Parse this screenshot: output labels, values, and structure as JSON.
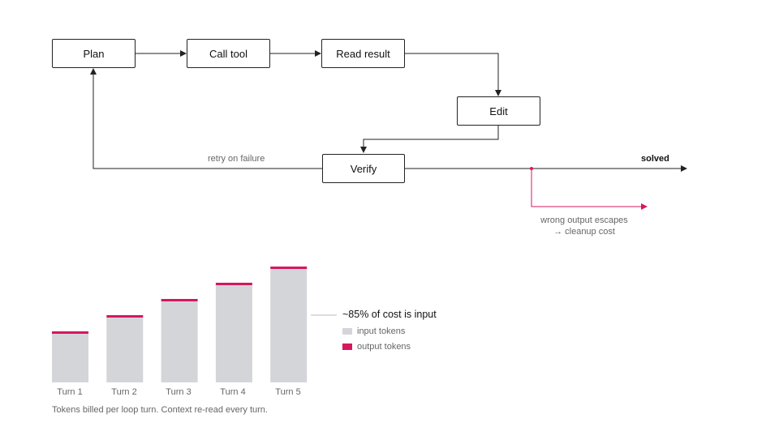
{
  "flow": {
    "nodes": [
      {
        "id": "plan",
        "label": "Plan"
      },
      {
        "id": "call_tool",
        "label": "Call tool"
      },
      {
        "id": "read_result",
        "label": "Read result"
      },
      {
        "id": "edit",
        "label": "Edit"
      },
      {
        "id": "verify",
        "label": "Verify"
      }
    ],
    "edges": [
      {
        "from": "plan",
        "to": "call_tool"
      },
      {
        "from": "call_tool",
        "to": "read_result"
      },
      {
        "from": "read_result",
        "to": "edit"
      },
      {
        "from": "edit",
        "to": "verify"
      },
      {
        "from": "verify",
        "to": "plan",
        "label": "retry on failure"
      },
      {
        "from": "verify",
        "to": "solved",
        "label": "solved"
      },
      {
        "from": "verify",
        "to": "escape",
        "label": "wrong output escapes → cleanup cost"
      }
    ],
    "retry_label": "retry on failure",
    "solved_label": "solved",
    "escape_line1": "wrong output escapes",
    "escape_line2": "→ cleanup cost"
  },
  "colors": {
    "accent": "#d6175f",
    "input_bar": "#d4d5d9",
    "line": "#222222",
    "muted": "#666666"
  },
  "chart_data": {
    "type": "bar",
    "stacked": true,
    "categories": [
      "Turn 1",
      "Turn 2",
      "Turn 3",
      "Turn 4",
      "Turn 5"
    ],
    "series": [
      {
        "name": "input tokens",
        "values": [
          60,
          80,
          100,
          120,
          140
        ]
      },
      {
        "name": "output tokens",
        "values": [
          3,
          3,
          3,
          3,
          3
        ]
      }
    ],
    "ylim": [
      0,
      150
    ],
    "annotation": "~85% of cost is input",
    "legend": [
      "input tokens",
      "output tokens"
    ],
    "caption": "Tokens billed per loop turn. Context re-read every turn.",
    "grid": false,
    "legend_position": "right"
  }
}
